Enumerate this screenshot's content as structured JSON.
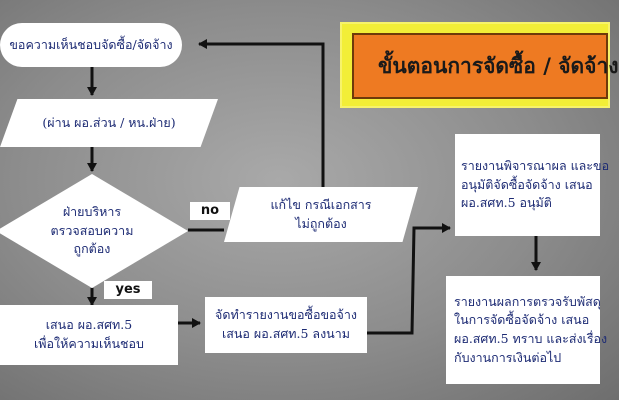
{
  "title": "ขั้นตอนการจัดซื้อ / จัดจ้าง",
  "nodes": {
    "request": {
      "lines": [
        "ขอความเห็นชอบจัดซื้อ/จัดจ้าง"
      ]
    },
    "via": {
      "lines": [
        "(ผ่าน ผอ.ส่วน / หน.ฝ่าย)"
      ]
    },
    "decision": {
      "lines": [
        "ฝ่ายบริหาร",
        "ตรวจสอบความ",
        "ถูกต้อง"
      ]
    },
    "fix": {
      "lines": [
        "แก้ไข กรณีเอกสาร",
        "ไม่ถูกต้อง"
      ]
    },
    "propose": {
      "lines": [
        "เสนอ ผอ.สศท.5",
        "เพื่อให้ความเห็นชอบ"
      ]
    },
    "prepare": {
      "lines": [
        "จัดทำรายงานขอซื้อขอจ้าง",
        "เสนอ ผอ.สศท.5 ลงนาม"
      ]
    },
    "consider": {
      "lines": [
        "รายงานพิจารณาผล และขอ",
        "อนุมัติจัดซื้อจัดจ้าง เสนอ",
        "ผอ.สศท.5 อนุมัติ"
      ]
    },
    "report": {
      "lines": [
        "รายงานผลการตรวจรับพัสดุ",
        "ในการจัดซื้อจัดจ้าง เสนอ",
        "ผอ.สศท.5 ทราบ และส่งเรื่อง",
        "กับงานการเงินต่อไป"
      ]
    }
  },
  "labels": {
    "no": "no",
    "yes": "yes"
  },
  "colors": {
    "title_outer": "#f2ee37",
    "title_inner": "#ee7a22",
    "node_text": "#1d2b74",
    "arrow": "#111111"
  }
}
